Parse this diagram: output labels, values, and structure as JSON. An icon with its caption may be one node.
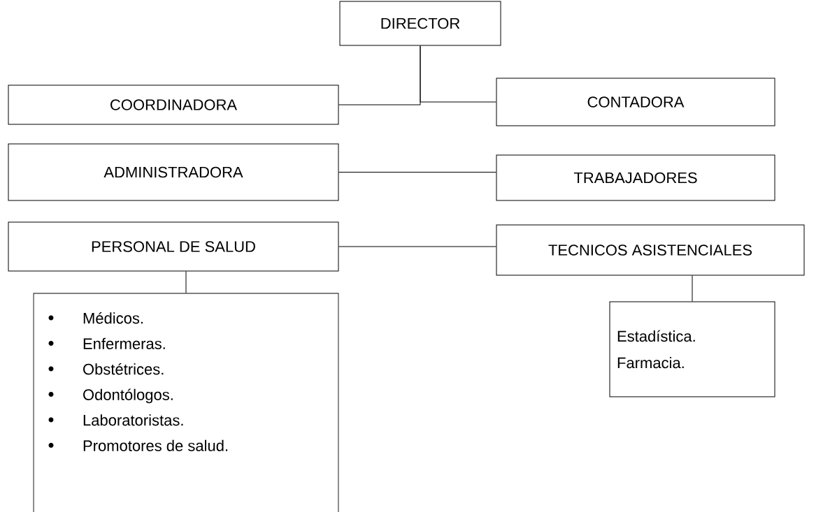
{
  "diagram": {
    "nodes": [
      {
        "text": [
          "DIRECTOR"
        ]
      },
      {
        "text": [
          "COORDINADORA"
        ]
      },
      {
        "text": [
          "CONTADORA"
        ]
      },
      {
        "text": [
          "ADMINISTRADORA"
        ]
      },
      {
        "text": [
          "TRABAJADORES"
        ]
      },
      {
        "text": [
          "PERSONAL DE SALUD"
        ]
      },
      {
        "text": [
          "TECNICOS ASISTENCIALES"
        ]
      },
      {
        "text": [
          "Médicos.",
          "Enfermeras.",
          "Obstétrices.",
          "Odontólogos.",
          "Laboratoristas.",
          "Promotores de salud."
        ]
      },
      {
        "text": [
          "Estadística.",
          "Farmacia."
        ]
      }
    ],
    "edges": [
      {
        "from": 0,
        "to": 1,
        "arrow": "none"
      },
      {
        "from": 0,
        "to": 2,
        "arrow": "none"
      },
      {
        "from": 3,
        "to": 4,
        "arrow": "none"
      },
      {
        "from": 5,
        "to": 6,
        "arrow": "none"
      },
      {
        "from": 5,
        "to": 7,
        "arrow": "none"
      },
      {
        "from": 6,
        "to": 8,
        "arrow": "none"
      }
    ]
  }
}
